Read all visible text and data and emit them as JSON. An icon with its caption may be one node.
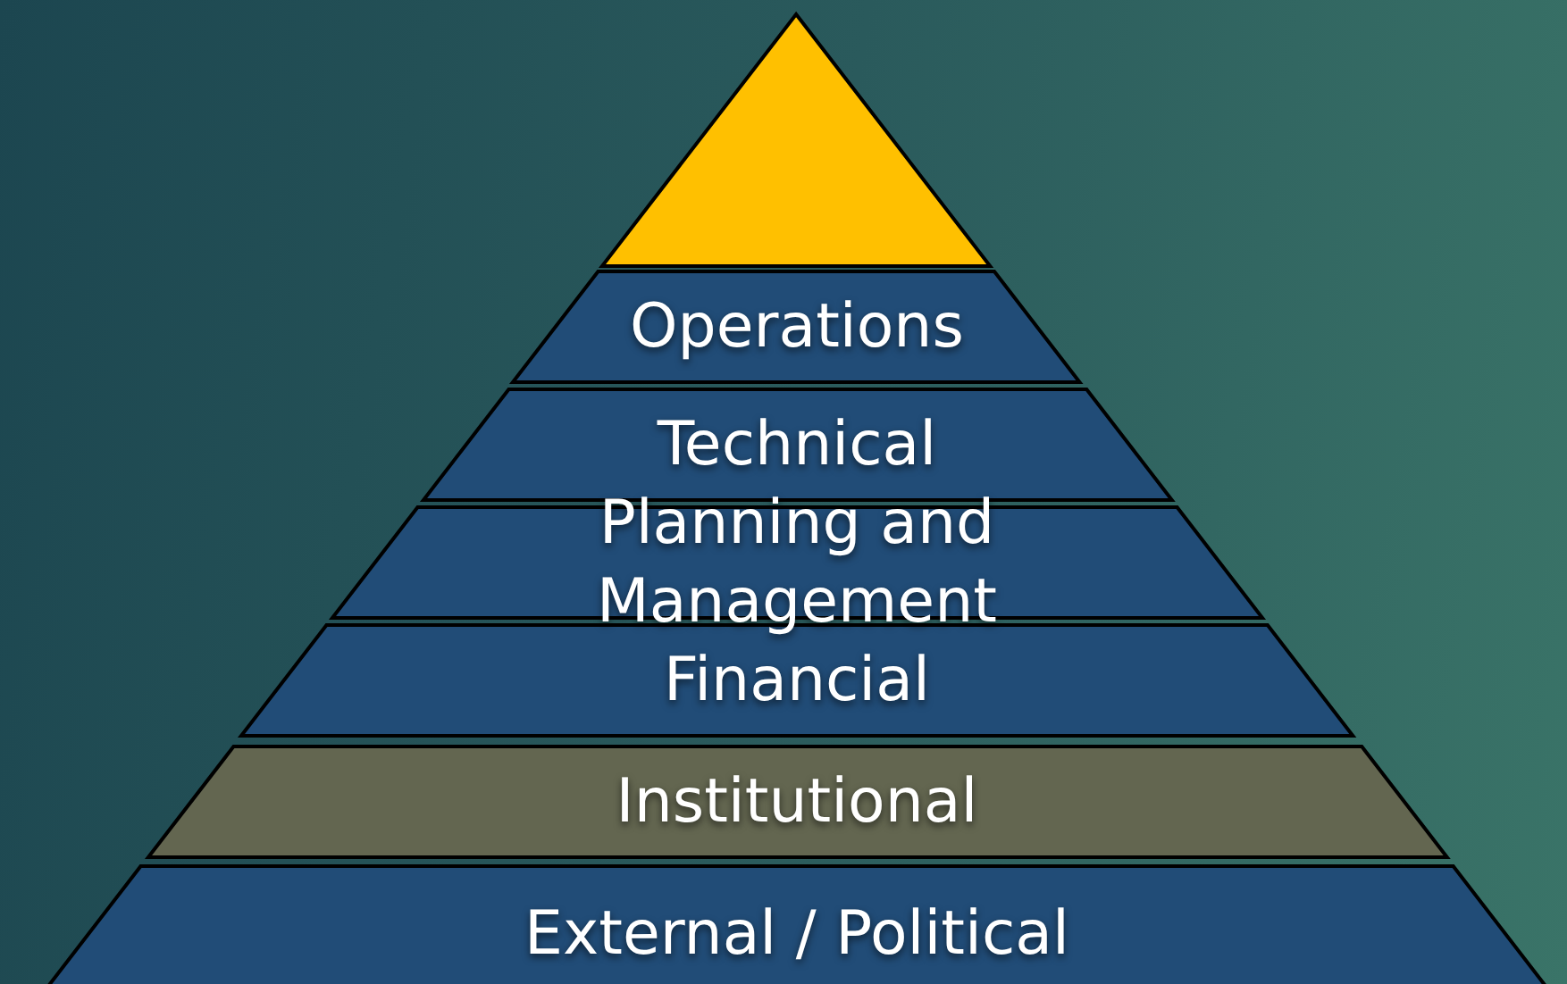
{
  "diagram": {
    "nodes": [
      {
        "text": [],
        "shape": "triangle"
      },
      {
        "text": [
          "Operations"
        ]
      },
      {
        "text": [
          "Technical"
        ]
      },
      {
        "text": [
          "Planning and Management"
        ]
      },
      {
        "text": [
          "Financial"
        ]
      },
      {
        "text": [
          "Institutional"
        ]
      },
      {
        "text": [
          "External / Political"
        ]
      }
    ]
  }
}
